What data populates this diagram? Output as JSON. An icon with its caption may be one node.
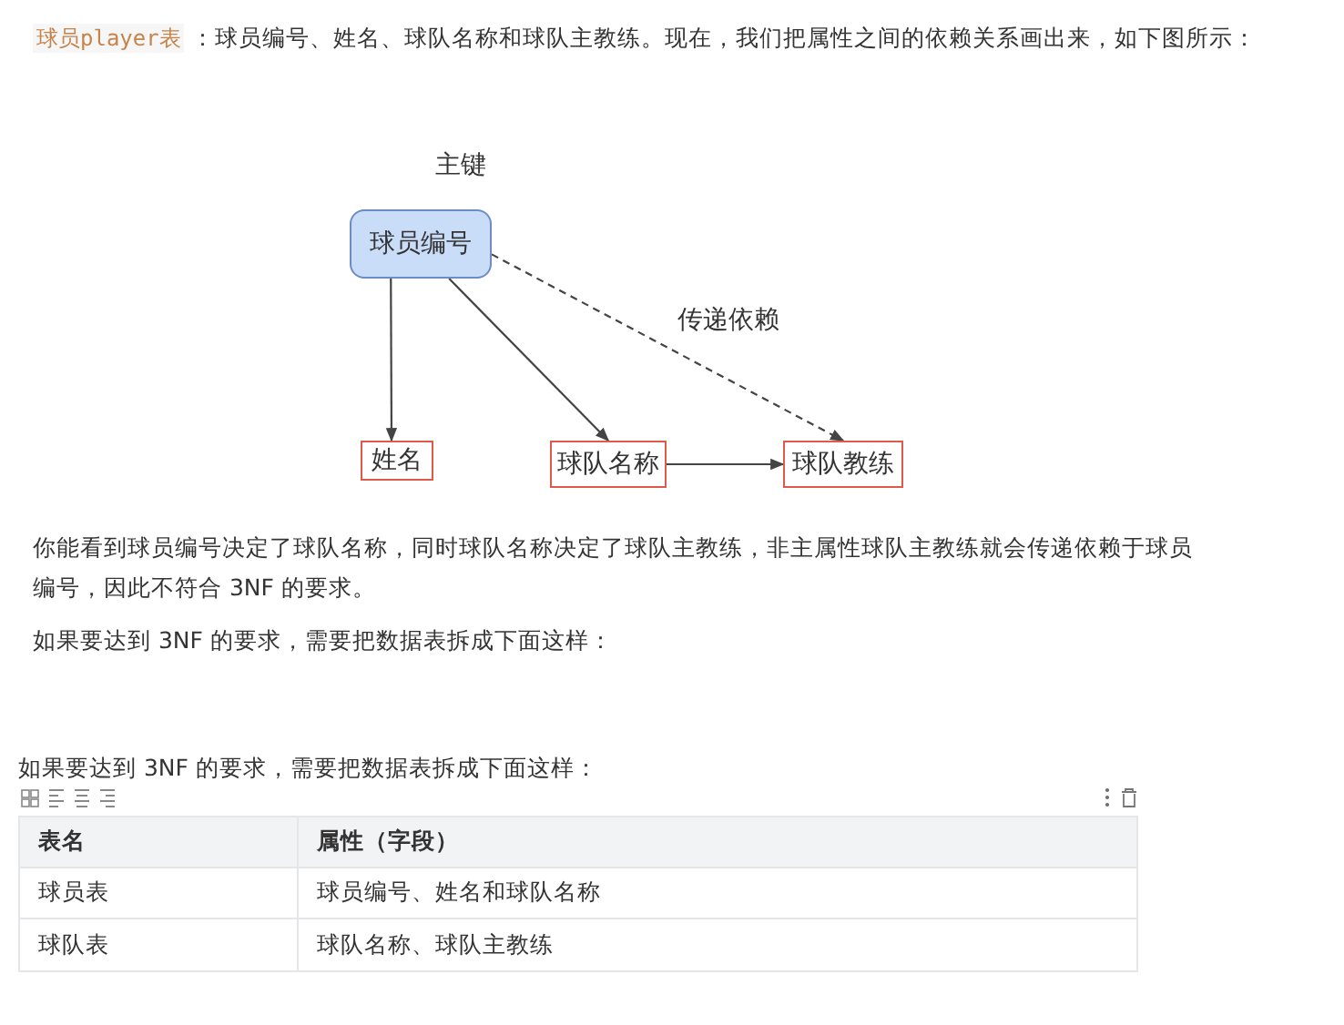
{
  "diagram": {
    "nodes": [
      {
        "text": [
          "球员编号"
        ],
        "beside": [
          "主键"
        ]
      },
      {
        "text": [
          "姓名"
        ]
      },
      {
        "text": [
          "球队名称"
        ]
      },
      {
        "text": [
          "球队教练"
        ]
      }
    ],
    "edges": [
      {
        "from": 0,
        "to": 1,
        "arrow": "to"
      },
      {
        "from": 0,
        "to": 2,
        "arrow": "to"
      },
      {
        "from": 0,
        "to": 3,
        "arrow": "to",
        "style": "dashed",
        "label": "传递依赖"
      },
      {
        "from": 2,
        "to": 3,
        "arrow": "to"
      }
    ],
    "labels": [
      "球员player表",
      "：球员编号、姓名、球队名称和球队主教练。现在，我们把属性之间的依赖关系画出来，如下图所示：",
      "你能看到球员编号决定了球队名称，同时球队名称决定了球队主教练，非主属性球队主教练就会传递依赖于球员编号，因此不符合 3NF 的要求。",
      "如果要达到 3NF 的要求，需要把数据表拆成下面这样：",
      "如果要达到 3NF 的要求，需要把数据表拆成下面这样：",
      "表名",
      "属性（字段）",
      "球员表",
      "球员编号、姓名和球队名称",
      "球队表",
      "球队名称、球队主教练"
    ]
  }
}
